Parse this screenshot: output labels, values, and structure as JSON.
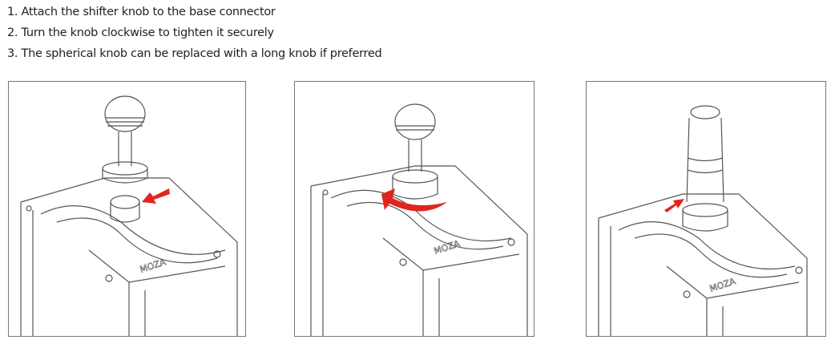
{
  "instructions": [
    "1. Attach the shifter knob to the base connector",
    "2. Turn the knob clockwise to tighten it securely",
    "3. The spherical knob can be replaced with a long knob if preferred"
  ],
  "illustrations": [
    {
      "caption_logo": "MOZA",
      "knob": "spherical",
      "arrow": "push"
    },
    {
      "caption_logo": "MOZA",
      "knob": "spherical",
      "arrow": "rotate-clockwise"
    },
    {
      "caption_logo": "MOZA",
      "knob": "long",
      "arrow": "push"
    }
  ],
  "colors": {
    "arrow": "#e0261c",
    "line": "#555555"
  }
}
